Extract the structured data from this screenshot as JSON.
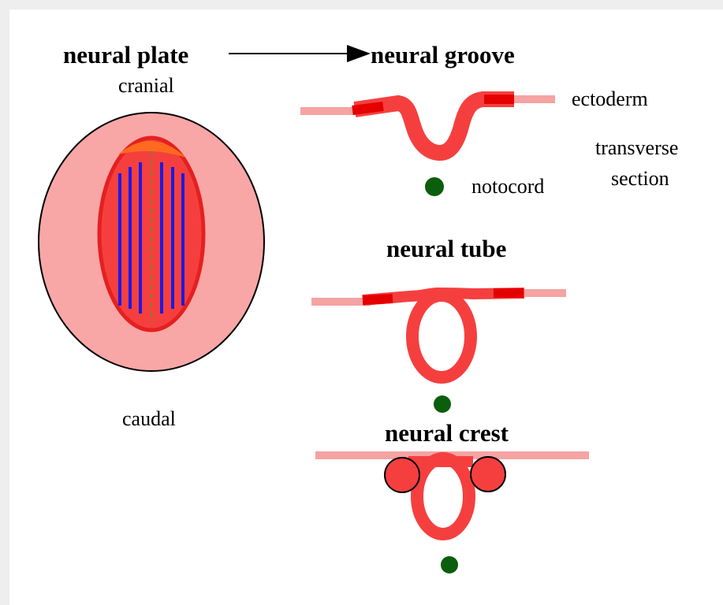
{
  "diagram": {
    "labels": {
      "neural_plate": "neural plate",
      "cranial": "cranial",
      "caudal": "caudal",
      "neural_groove": "neural groove",
      "ectoderm": "ectoderm",
      "transverse": "transverse",
      "section": "section",
      "notocord": "notocord",
      "neural_tube": "neural tube",
      "neural_crest": "neural crest"
    },
    "colors": {
      "ectoderm_light": "#f5a3a3",
      "neural_tissue": "#f53f3f",
      "neural_plate_edge": "#e52020",
      "outer_embryo": "#f9a6a6",
      "neural_folds": "#1a1ae6",
      "midline": "#8a7a2a",
      "notocord": "#0b5e0b"
    }
  }
}
